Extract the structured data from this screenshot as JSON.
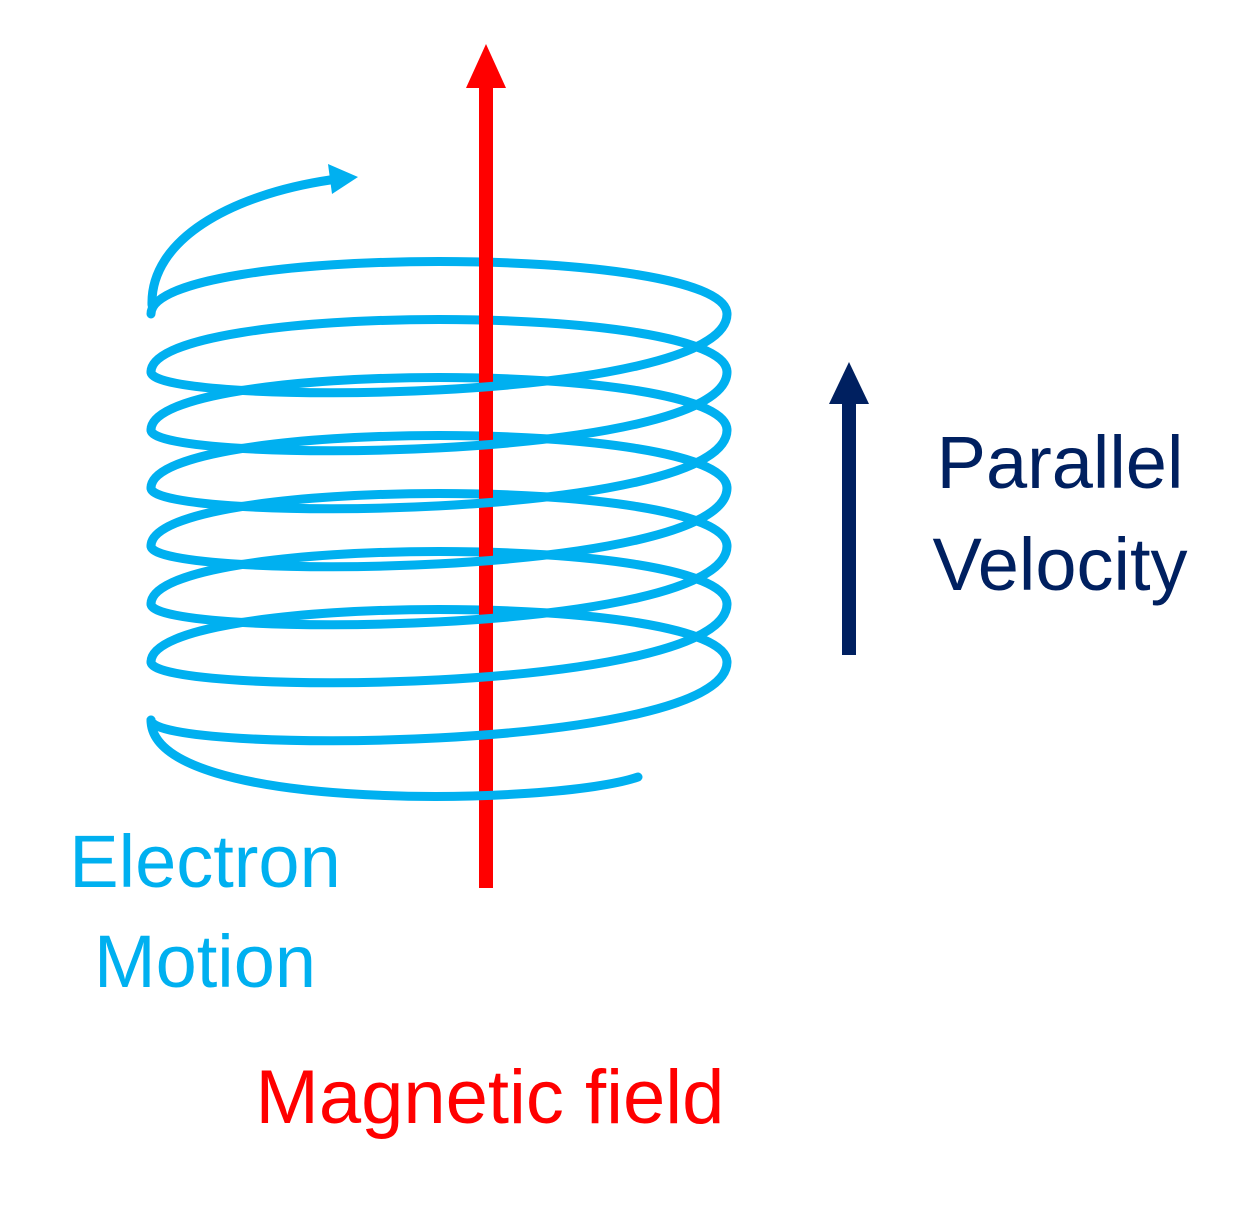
{
  "labels": {
    "electron_line1": "Electron",
    "electron_line2": "Motion",
    "velocity_line1": "Parallel",
    "velocity_line2": "Velocity",
    "field": "Magnetic field"
  },
  "colors": {
    "helix": "#00b0f0",
    "field": "#ff0000",
    "velocity": "#002060",
    "background": "#ffffff"
  },
  "icons": {
    "field_arrow": "arrow-up-icon",
    "velocity_arrow": "arrow-up-icon",
    "motion_arrow": "arrow-right-icon"
  }
}
